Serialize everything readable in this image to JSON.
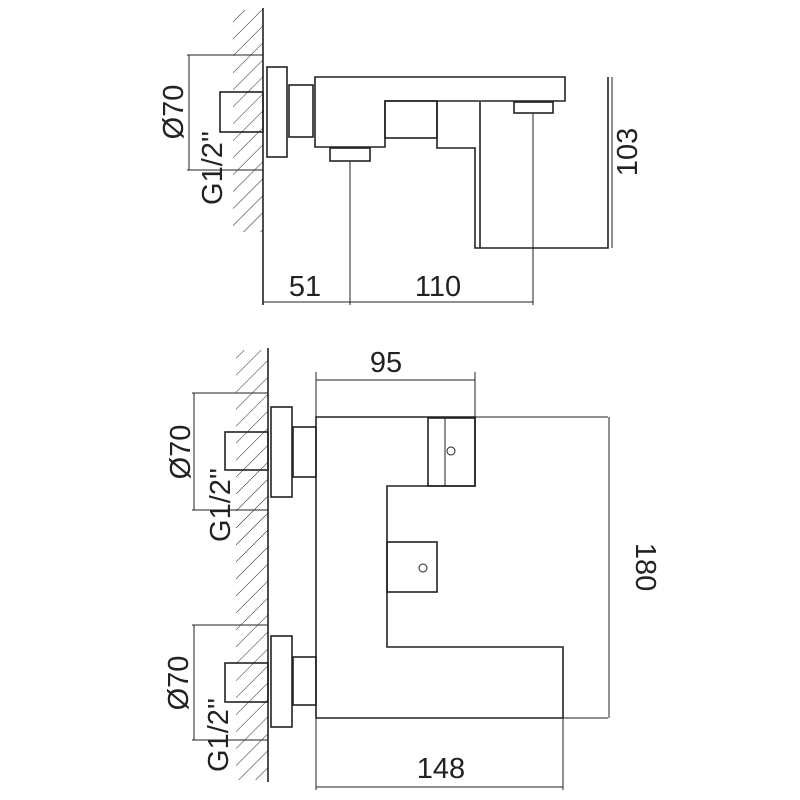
{
  "side_view": {
    "dim_wall_to_outlet": "51",
    "dim_outlet_to_spout": "110",
    "dim_height": "103",
    "dim_flange_diameter": "Ø70",
    "thread_label": "G1/2''"
  },
  "front_view": {
    "dim_handle_width": "95",
    "dim_body_width": "148",
    "dim_body_height": "180",
    "upper_inlet": {
      "dim_flange_diameter": "Ø70",
      "thread_label": "G1/2''"
    },
    "lower_inlet": {
      "dim_flange_diameter": "Ø70",
      "thread_label": "G1/2''"
    }
  },
  "colors": {
    "line": "#222222",
    "background": "#ffffff"
  }
}
